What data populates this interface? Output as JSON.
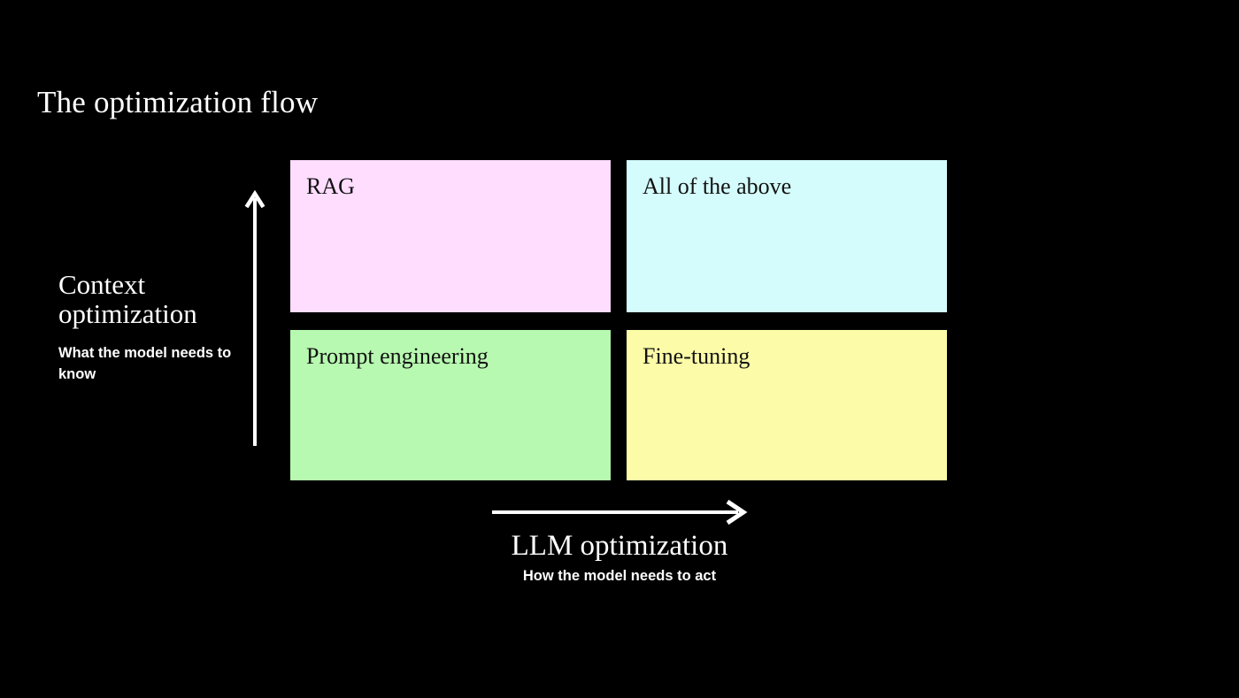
{
  "slide": {
    "title": "The optimization flow",
    "background_color": "#000000",
    "text_color": "#ffffff"
  },
  "matrix": {
    "quadrants": [
      {
        "id": "rag",
        "label": "RAG",
        "color": "#FFDDFF",
        "row": "top",
        "column": "left"
      },
      {
        "id": "all",
        "label": "All of the above",
        "color": "#D4FCFC",
        "row": "top",
        "column": "right"
      },
      {
        "id": "prompt",
        "label": "Prompt engineering",
        "color": "#B7F9B0",
        "row": "bottom",
        "column": "left"
      },
      {
        "id": "finetune",
        "label": "Fine-tuning",
        "color": "#FCFCA8",
        "row": "bottom",
        "column": "right"
      }
    ]
  },
  "axes": {
    "y": {
      "title": "Context optimization",
      "subtitle": "What the model needs to know",
      "direction": "up",
      "arrow_color": "#ffffff"
    },
    "x": {
      "title": "LLM optimization",
      "subtitle": "How the model needs to act",
      "direction": "right",
      "arrow_color": "#ffffff"
    }
  }
}
